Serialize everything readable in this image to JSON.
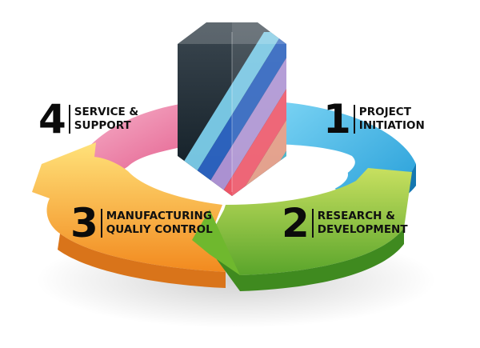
{
  "steps": [
    {
      "number": "1",
      "line1": "PROJECT",
      "line2": "INITIATION",
      "color": "#33b6e6"
    },
    {
      "number": "2",
      "line1": "RESEARCH &",
      "line2": "DEVELOPMENT",
      "color": "#8dc63f"
    },
    {
      "number": "3",
      "line1": "MANUFACTURING",
      "line2": "QUALIY CONTROL",
      "color": "#f7a133"
    },
    {
      "number": "4",
      "line1": "SERVICE &",
      "line2": "SUPPORT",
      "color": "#e9709b"
    }
  ],
  "emblem": {
    "stripes": [
      "#7fd3f0",
      "#2e67c9",
      "#b89be0",
      "#ff5a6e",
      "#f2a38a",
      "#3fbfd6"
    ]
  }
}
